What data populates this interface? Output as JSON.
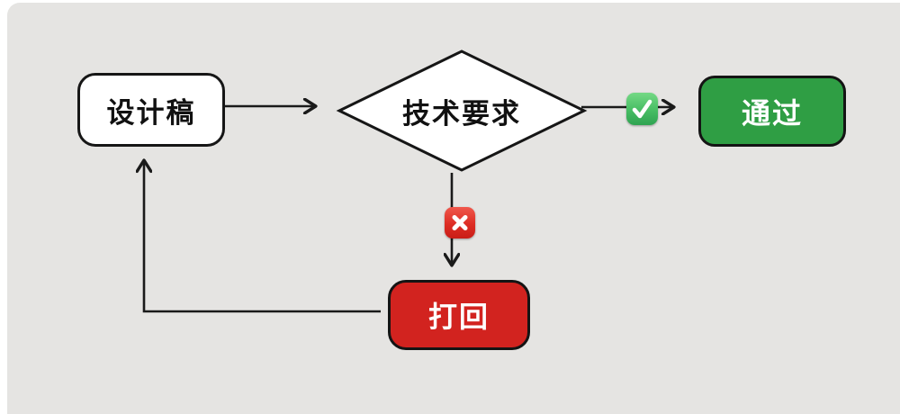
{
  "diagram": {
    "type": "flowchart",
    "background_color": "#e5e4e2",
    "page_background": "#ffffff",
    "line_color": "#1a1a1a",
    "nodes": {
      "design": {
        "label": "设计稿",
        "shape": "rounded-rect",
        "fill": "#ffffff",
        "text_color": "#111111"
      },
      "decision": {
        "label": "技术要求",
        "shape": "diamond",
        "fill": "#ffffff",
        "text_color": "#111111"
      },
      "pass": {
        "label": "通过",
        "shape": "rounded-rect",
        "fill": "#2f9e44",
        "text_color": "#ffffff"
      },
      "reject": {
        "label": "打回",
        "shape": "rounded-rect",
        "fill": "#d2231f",
        "text_color": "#ffffff"
      }
    },
    "icons": {
      "check": {
        "name": "check-icon",
        "style": "green rounded square with white checkmark",
        "color": "#47bd63"
      },
      "cross": {
        "name": "cross-icon",
        "style": "red rounded square with white cross",
        "color": "#dd2d24"
      }
    },
    "edges": [
      {
        "from": "design",
        "to": "decision",
        "icon": null
      },
      {
        "from": "decision",
        "to": "pass",
        "icon": "check"
      },
      {
        "from": "decision",
        "to": "reject",
        "icon": "cross"
      },
      {
        "from": "reject",
        "to": "design",
        "icon": null
      }
    ]
  }
}
